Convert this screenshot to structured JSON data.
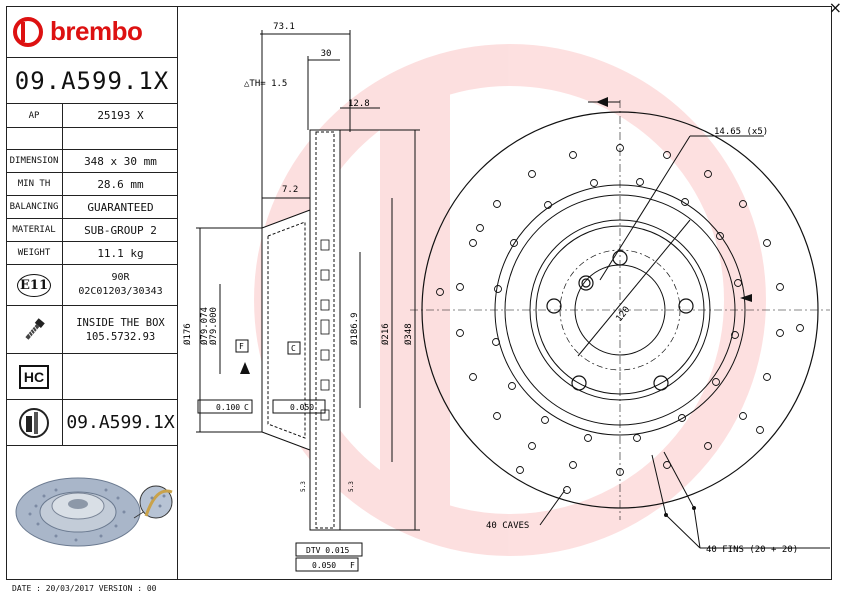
{
  "brand": {
    "name": "brembo"
  },
  "part_number": "09.A599.1X",
  "ap_label": "AP",
  "ap_value": "25193 X",
  "specs": [
    {
      "label": "DIMENSION",
      "value": "348 x 30 mm"
    },
    {
      "label": "MIN TH",
      "value": "28.6 mm"
    },
    {
      "label": "BALANCING",
      "value": "GUARANTEED"
    },
    {
      "label": "MATERIAL",
      "value": "SUB-GROUP 2"
    },
    {
      "label": "WEIGHT",
      "value": "11.1 kg"
    }
  ],
  "e11": {
    "badge": "E11",
    "line1": "90R",
    "line2": "02C01203/30343"
  },
  "box": {
    "line1": "INSIDE THE BOX",
    "line2": "105.5732.93"
  },
  "hc": {
    "badge": "HC"
  },
  "part_number_repeat": "09.A599.1X",
  "footer": "DATE : 20/03/2017 VERSION : 00",
  "close_icon": "×",
  "dims": {
    "d73": "73.1",
    "d30": "30",
    "th": "△TH= 1.5",
    "d128": "12.8",
    "d72": "7.2",
    "d176": "Ø176",
    "d79074": "Ø79.074",
    "d79000": "Ø79.000",
    "d1869": "Ø186.9",
    "d216": "Ø216",
    "d348": "Ø348",
    "f": "F",
    "c": "C",
    "tol1": "0.100",
    "tol1_ref": "C",
    "tol2": "0.050",
    "dtv": "DTV 0.015",
    "runout": "0.050",
    "runout_ref": "F",
    "holes": "14.65 (x5)",
    "pcd": "120",
    "caves": "40 CAVES",
    "fins": "40 FINS (20 + 20)",
    "n1": "5.3",
    "n2": "5.3"
  }
}
